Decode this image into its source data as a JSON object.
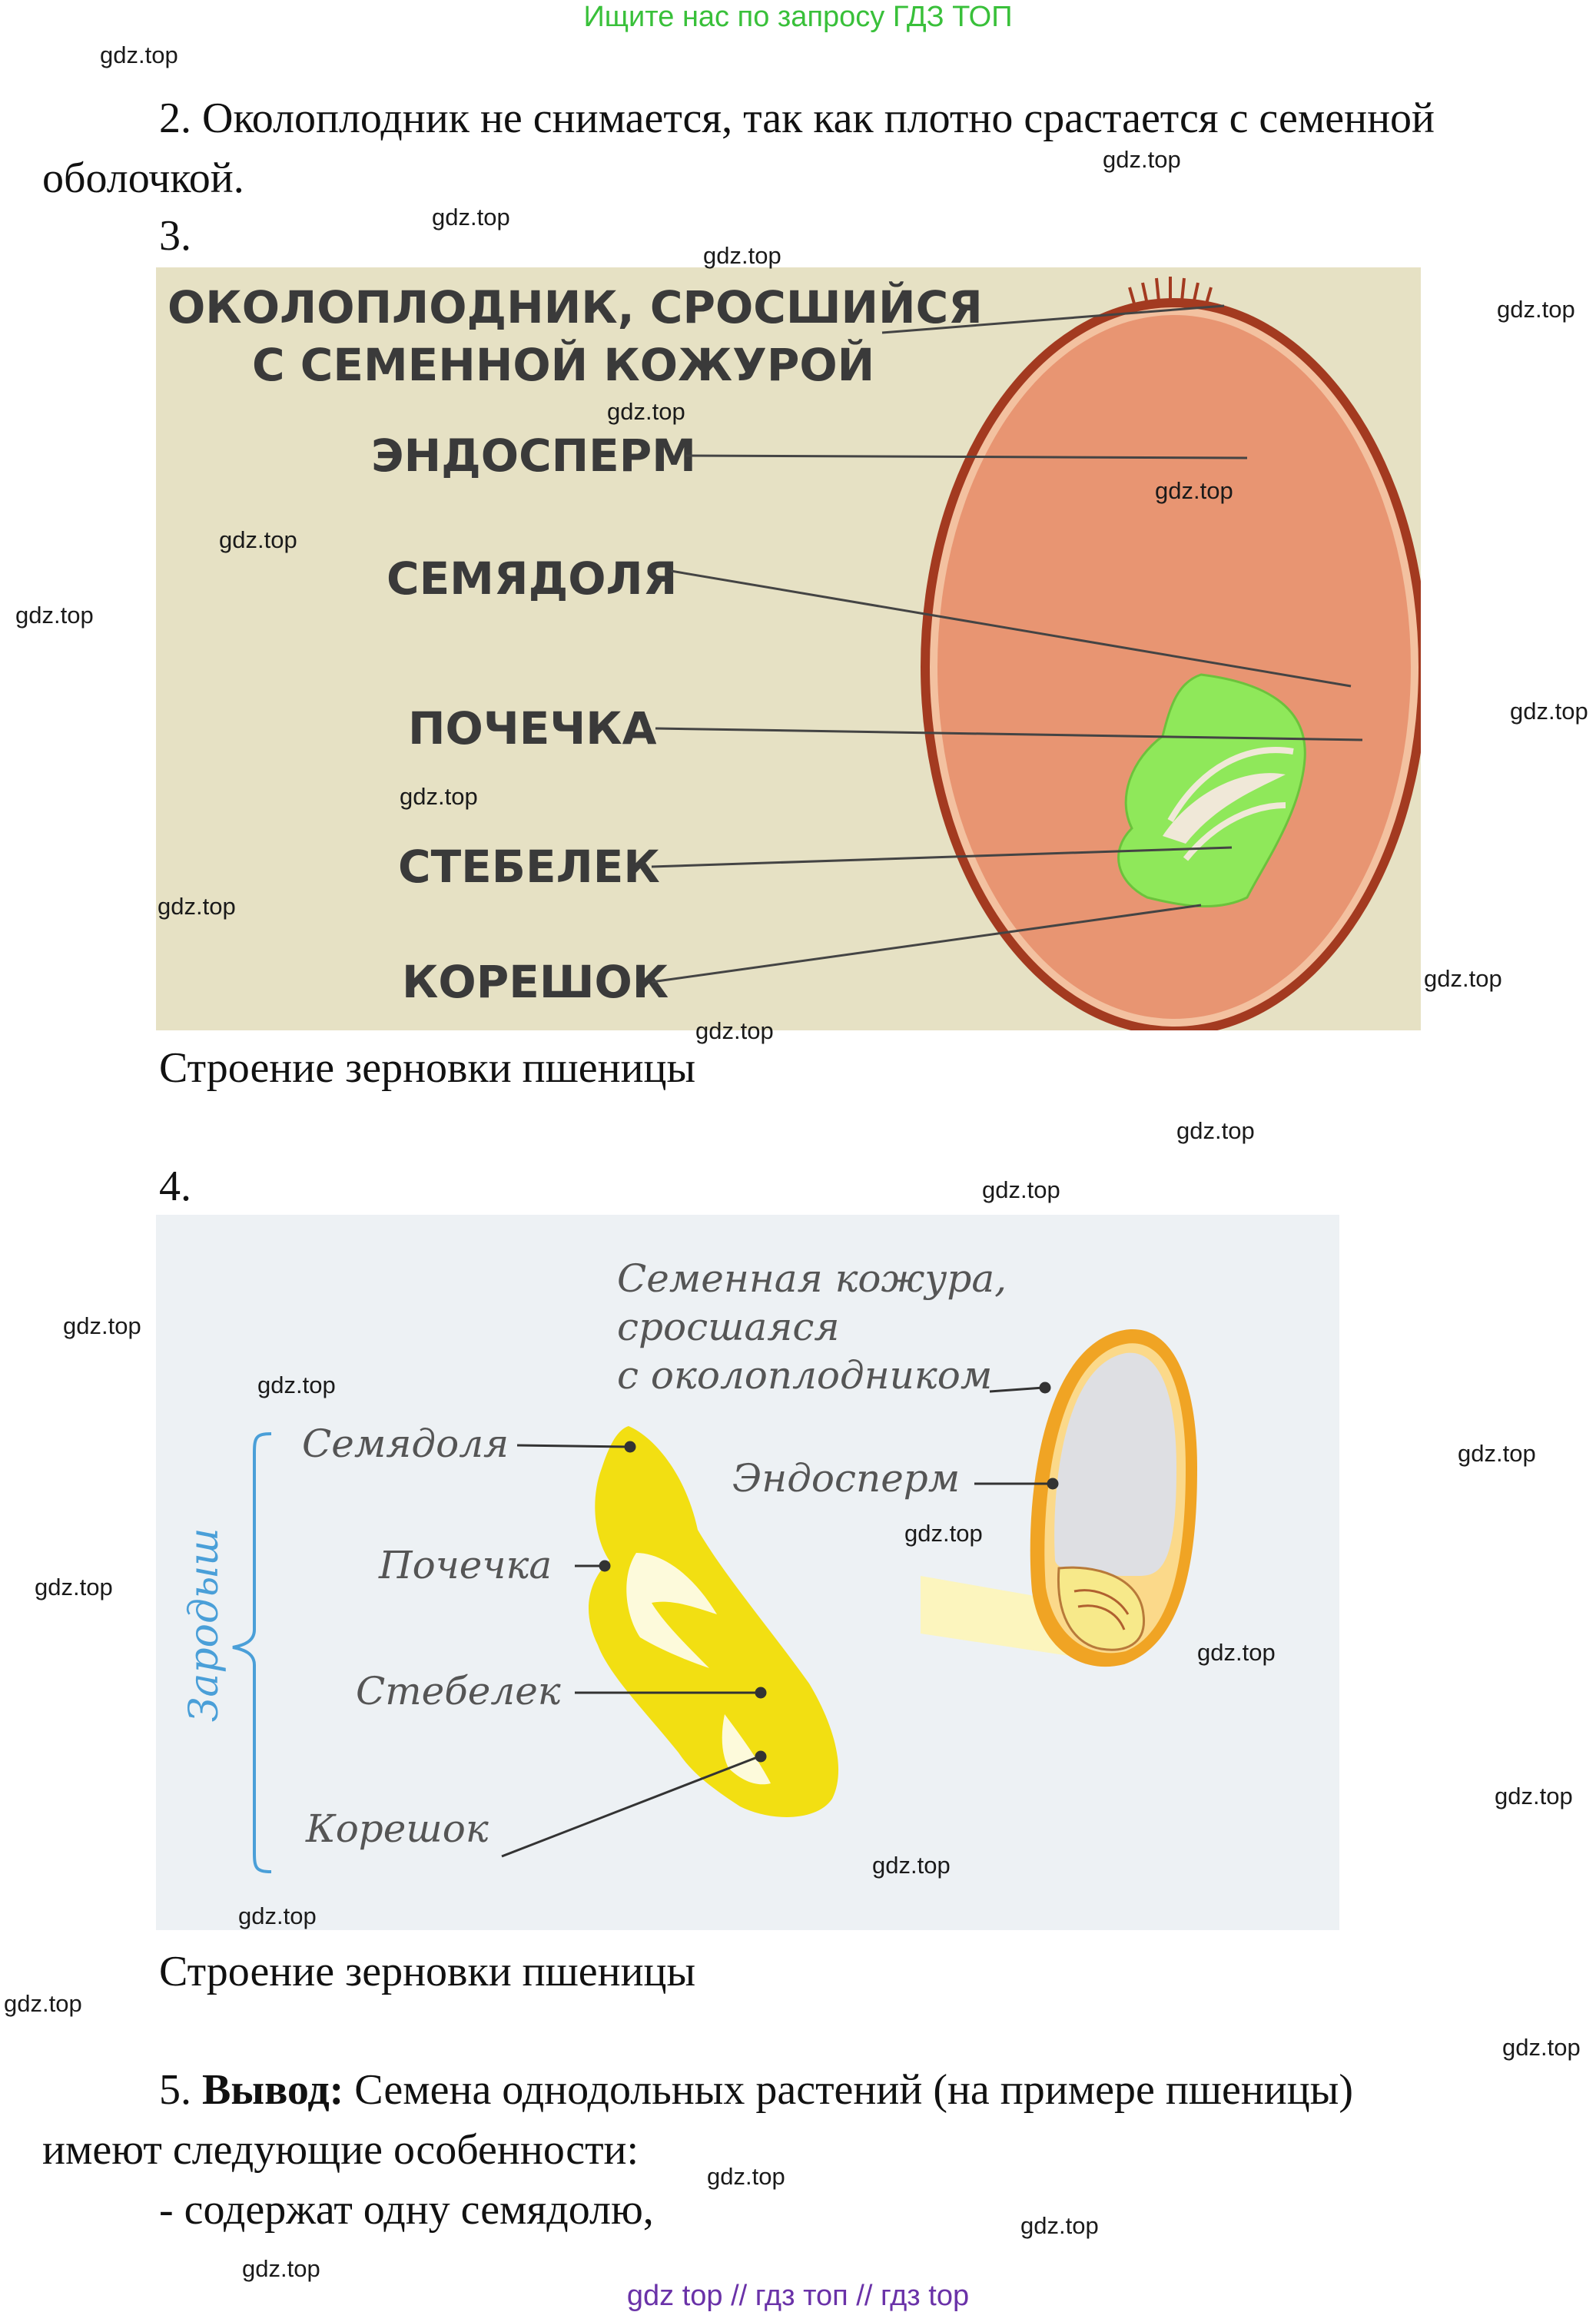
{
  "header": {
    "banner": "Ищите нас по запросу ГДЗ ТОП"
  },
  "text": {
    "item2_line1": "2. Околоплодник не снимается, так как плотно срастается с семенной",
    "item2_line2": "оболочкой.",
    "item3_num": "3.",
    "caption1": "Строение зерновки пшеницы",
    "item4_num": "4.",
    "caption2": "Строение зерновки пшеницы",
    "item5_num": "5.",
    "item5_bold": "Вывод:",
    "item5_rest": "Семена однодольных растений (на примере пшеницы)",
    "item5_line2": "имеют следующие особенности:",
    "bullet1": "- содержат одну семядолю,"
  },
  "figure1": {
    "labels": {
      "pericarp_1": "ОКОЛОПЛОДНИК, СРОСШИЙСЯ",
      "pericarp_2": "С СЕМЕННОЙ КОЖУРОЙ",
      "endosperm": "ЭНДОСПЕРМ",
      "cotyledon": "СЕМЯДОЛЯ",
      "bud": "ПОЧЕЧКА",
      "stem": "СТЕБЕЛЕК",
      "root": "КОРЕШОК"
    },
    "colors": {
      "background": "#e6e1c4",
      "endosperm": "#e89572",
      "embryo": "#8fe85a",
      "coat": "#a33a20"
    }
  },
  "figure2": {
    "labels": {
      "coat_1": "Семенная кожура,",
      "coat_2": "сросшаяся",
      "coat_3": "с околоплодником",
      "endosperm": "Эндосперм",
      "cotyledon": "Семядоля",
      "bud": "Почечка",
      "stem": "Стебелек",
      "root": "Корешок",
      "embryo": "Зародыш"
    },
    "colors": {
      "background": "#edf1f4",
      "embryo": "#f2df12",
      "coat": "#f0a424",
      "endosperm": "#dedfe3",
      "bracket": "#4a9fd8"
    }
  },
  "watermarks": [
    "gdz.top"
  ],
  "footer": {
    "text": "gdz top  //  гдз топ  //  гдз top"
  }
}
